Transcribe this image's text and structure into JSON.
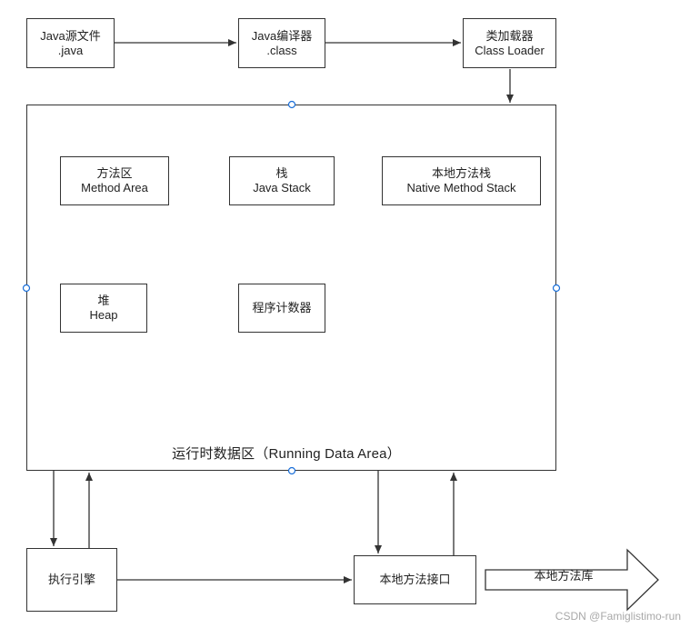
{
  "nodes": {
    "java_source": {
      "line1": "Java源文件",
      "line2": ".java"
    },
    "java_compiler": {
      "line1": "Java编译器",
      "line2": ".class"
    },
    "class_loader": {
      "line1": "类加载器",
      "line2": "Class Loader"
    },
    "method_area": {
      "line1": "方法区",
      "line2": "Method Area"
    },
    "java_stack": {
      "line1": "栈",
      "line2": "Java Stack"
    },
    "native_method_stack": {
      "line1": "本地方法栈",
      "line2": "Native Method Stack"
    },
    "heap": {
      "line1": "堆",
      "line2": "Heap"
    },
    "program_counter": {
      "line1": "程序计数器"
    },
    "execution_engine": {
      "line1": "执行引擎"
    },
    "native_interface": {
      "line1": "本地方法接口"
    }
  },
  "runtime_area": {
    "title": "运行时数据区（Running Data Area）"
  },
  "native_library": {
    "label": "本地方法库"
  },
  "watermark": "CSDN @Famiglistimo-run",
  "colors": {
    "stroke": "#333333",
    "background": "#ffffff",
    "handle": "#1a6fd9",
    "watermark": "#a8a8a8"
  }
}
